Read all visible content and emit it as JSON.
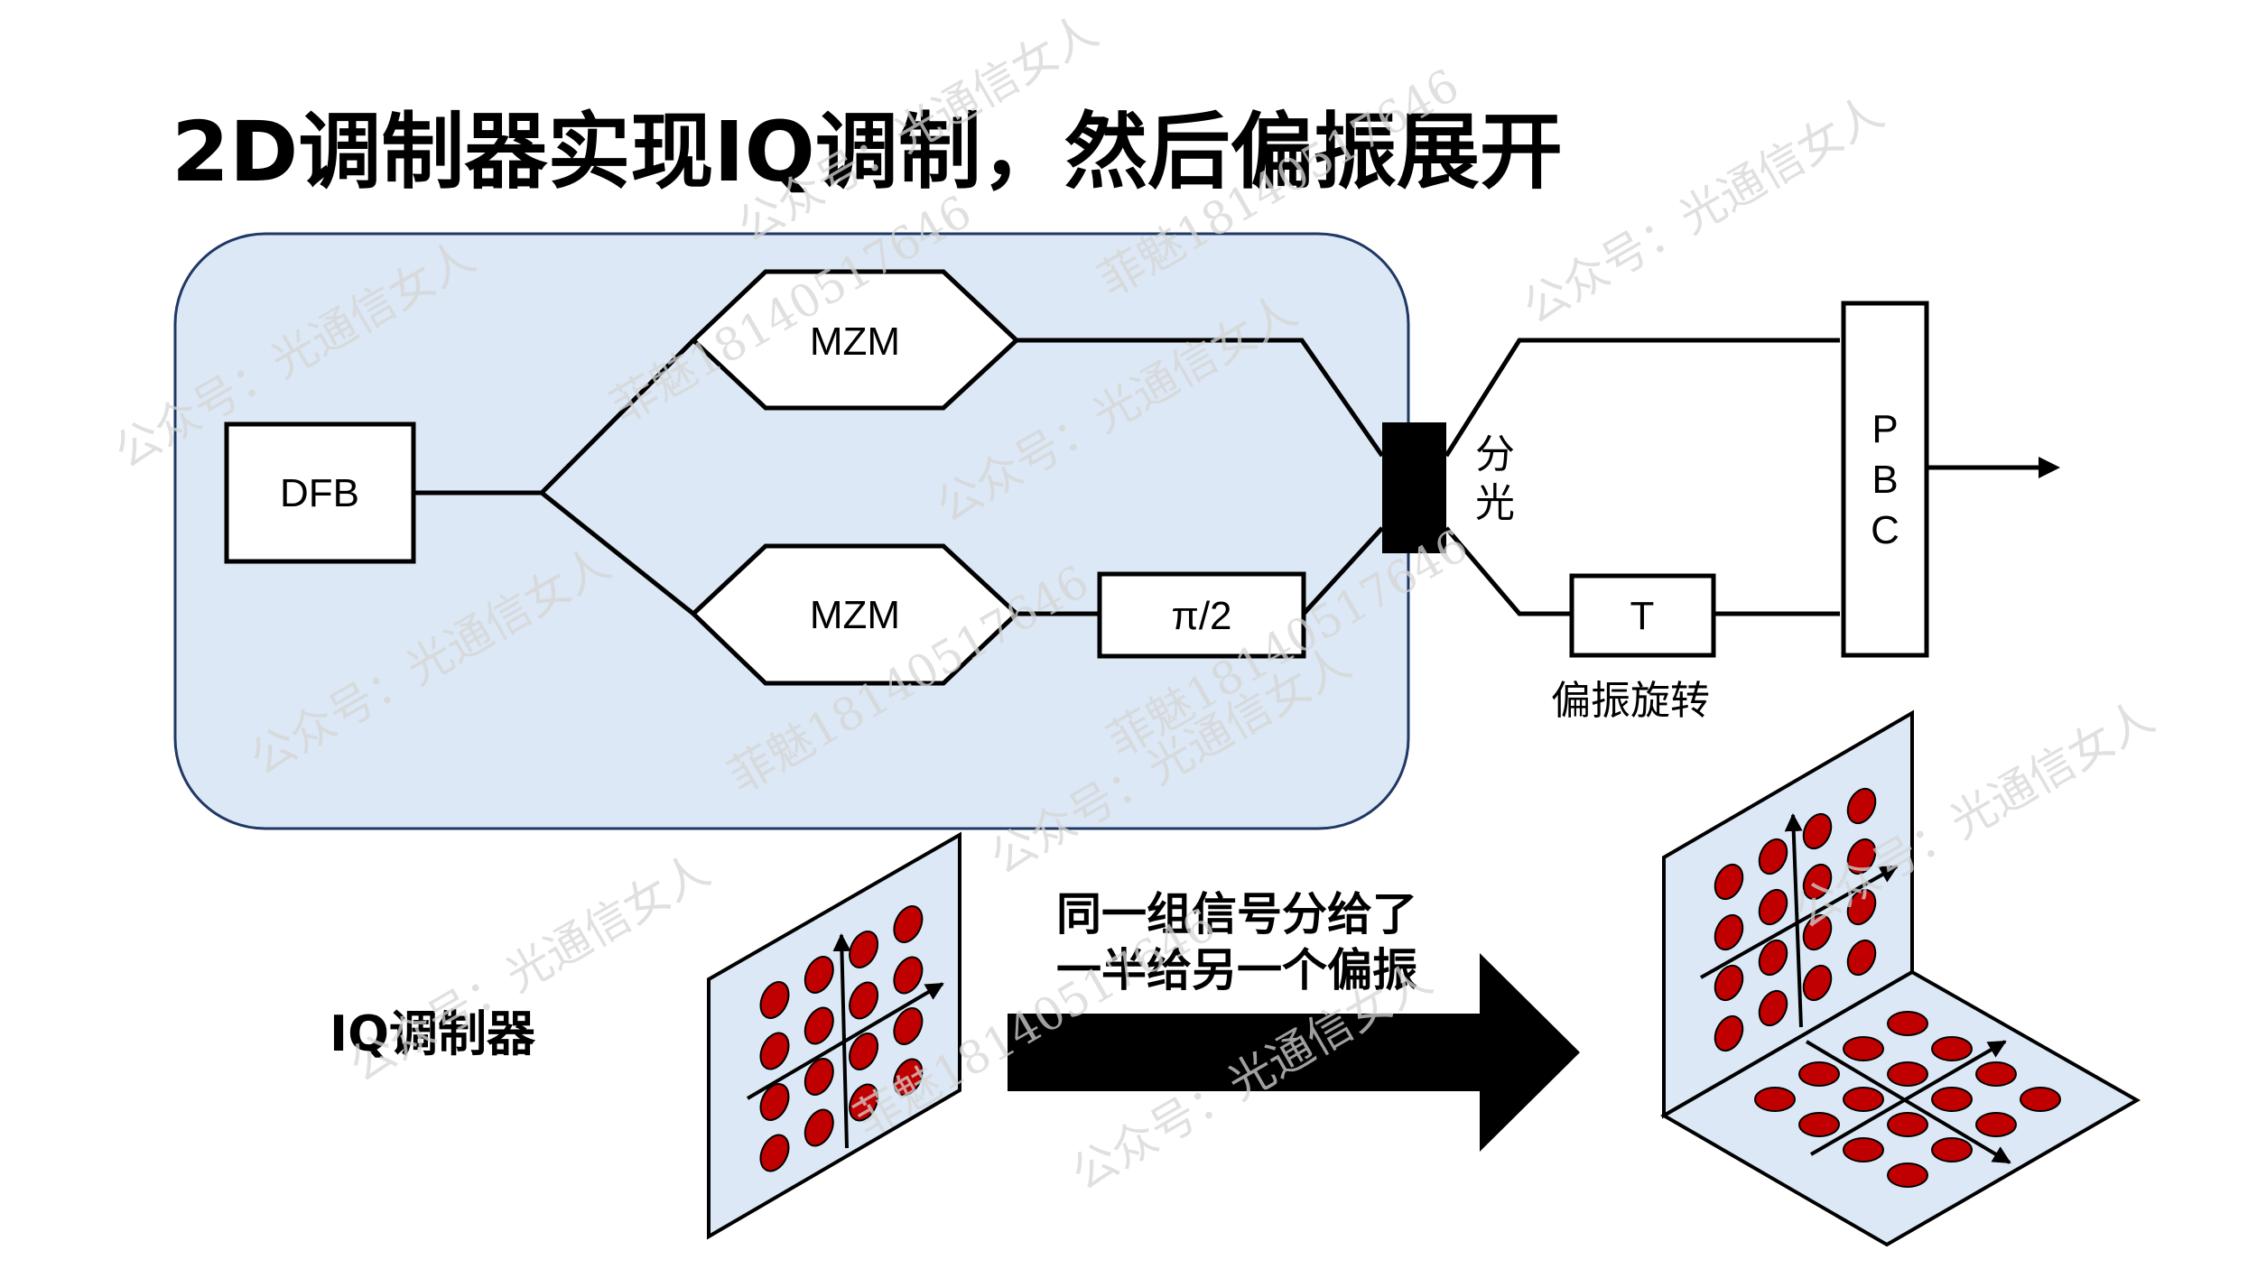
{
  "slide": {
    "title": "2D调制器实现IQ调制，然后偏振展开"
  },
  "modulator": {
    "laser_label": "DFB",
    "mzm_top_label": "MZM",
    "mzm_bottom_label": "MZM",
    "phase_shifter_label": "π/2"
  },
  "splitter": {
    "label_line1": "分",
    "label_line2": "光"
  },
  "polarization": {
    "rotator_label": "T",
    "rotator_caption": "偏振旋转",
    "combiner_letters": [
      "P",
      "B",
      "C"
    ]
  },
  "bottom": {
    "iq_label": "IQ调制器",
    "note_line1": "同一组信号分给了",
    "note_line2": "一半给另一个偏振"
  },
  "constellation": {
    "format": "16-QAM",
    "points_per_plane": 16,
    "grid": [
      4,
      4
    ],
    "dot_color": "#c00000",
    "plane_color": "#dce8f5"
  },
  "colors": {
    "panel_fill": "#dce8f5",
    "panel_border": "#1f3864"
  },
  "watermarks": [
    "公众号：光通信女人",
    "菲魅18140517646",
    "公众号：光通信女人",
    "菲魅18140517646",
    "公众号：光通信女人",
    "公众号：光通信女人",
    "菲魅18140517646",
    "公众号：光通信女人",
    "菲魅18140517646",
    "公众号：光通信女人",
    "公众号：光通信女人",
    "菲魅18140517646",
    "公众号：光通信女人",
    "公众号：光通信女人"
  ]
}
